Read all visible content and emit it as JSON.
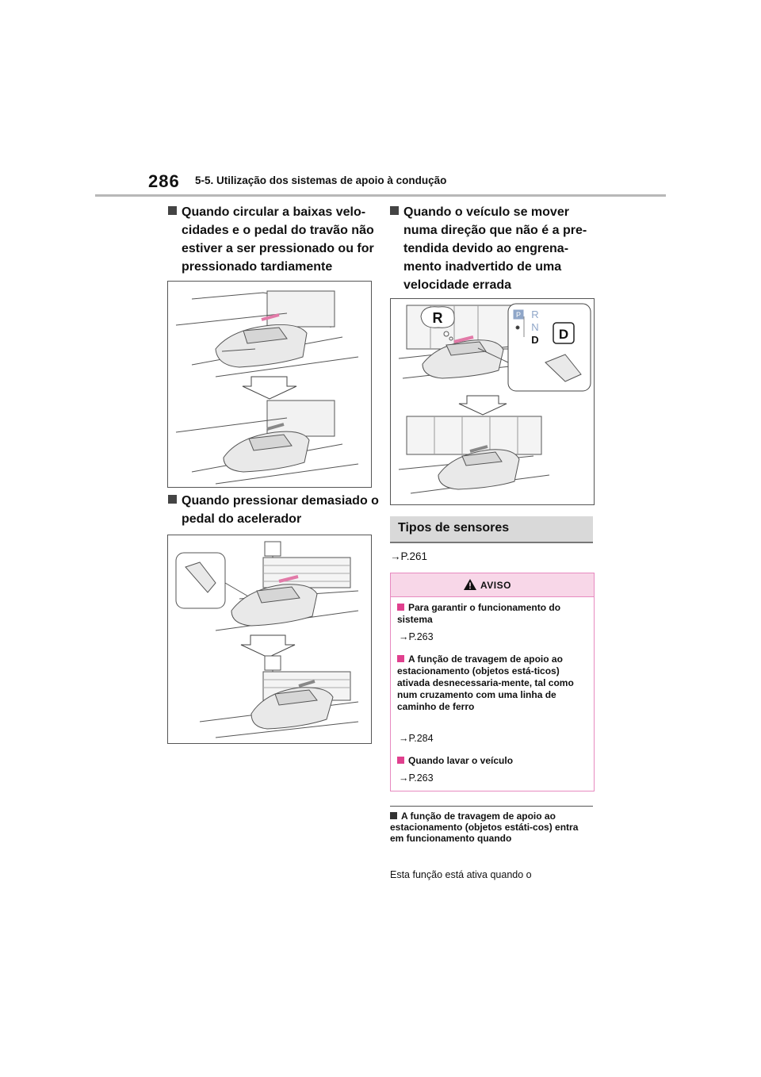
{
  "header": {
    "page_number": "286",
    "section": "5-5. Utilização dos sistemas de apoio à condução"
  },
  "left": {
    "h1": "Quando circular a baixas velo-cidades e o pedal do travão não estiver a ser pressionado ou for pressionado tardiamente",
    "h2": "Quando pressionar demasiado o pedal do acelerador"
  },
  "right": {
    "h3": "Quando o veículo se mover numa direção que não é a pre-tendida devido ao engrena-mento inadvertido de uma velocidade errada",
    "gear_labels": {
      "big_r": "R",
      "p": "P",
      "r": "R",
      "n": "N",
      "d": "D",
      "big_d": "D"
    },
    "box_title": "Tipos de sensores",
    "ref_main": "→P.261",
    "aviso": {
      "title": "AVISO",
      "item1": "Para garantir o funcionamento do sistema",
      "ref1": "→P.263",
      "item2": "A função de travagem de apoio ao estacionamento (objetos está-ticos) ativada desnecessaria-mente, tal como num cruzamento com uma linha de caminho de ferro",
      "ref2": "→P.284",
      "item3": "Quando lavar o veículo",
      "ref3": "→P.263"
    },
    "note_title": "A função de travagem de apoio ao estacionamento (objetos estáti-cos) entra em funcionamento quando",
    "note_body": "Esta função está ativa quando o"
  },
  "colors": {
    "accent_pink": "#e0408e",
    "aviso_bg": "#f8d7e8",
    "box_gray": "#d9d9d9"
  }
}
